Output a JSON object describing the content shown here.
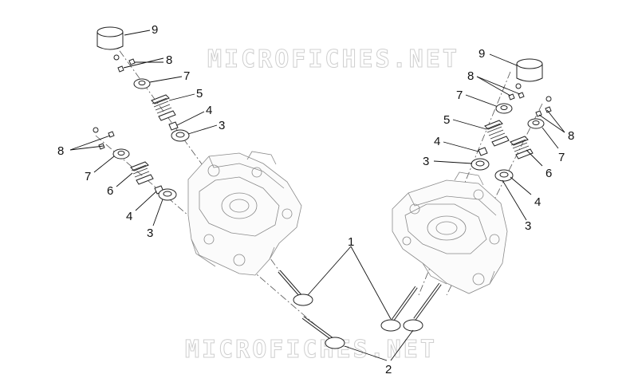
{
  "watermark": {
    "top": "MICROFICHES.NET",
    "bottom": "MICROFICHES.NET"
  },
  "callouts": {
    "left": {
      "9": "9",
      "8a": "8",
      "7a": "7",
      "5": "5",
      "4a": "4",
      "3a": "3",
      "8b": "8",
      "7b": "7",
      "6": "6",
      "4b": "4",
      "3b": "3"
    },
    "center": {
      "1": "1",
      "2": "2"
    },
    "right": {
      "9": "9",
      "8a": "8",
      "7a": "7",
      "5": "5",
      "4a": "4",
      "3a": "3",
      "8b": "8",
      "7b": "7",
      "6": "6",
      "4b": "4",
      "3b": "3"
    }
  },
  "colors": {
    "line": "#222222",
    "watermark": "#cfcfcf",
    "background": "#ffffff"
  }
}
